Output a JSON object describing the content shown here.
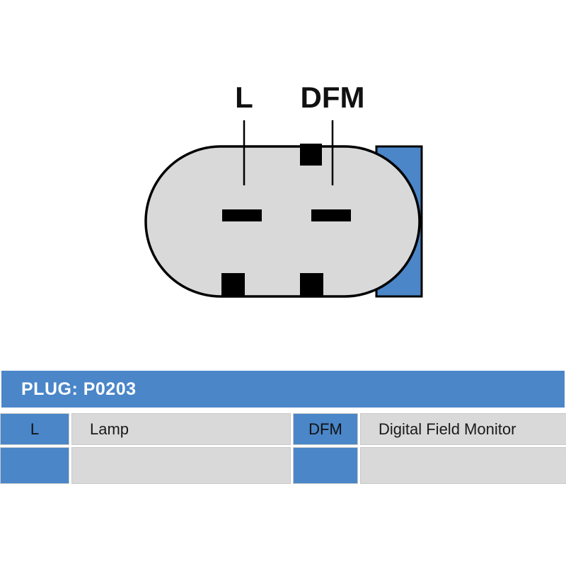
{
  "colors": {
    "accent_blue": "#4a86c8",
    "connector_gray": "#d9d9d9",
    "pin_black": "#000000",
    "header_text": "#ffffff",
    "cell_text": "#1a1a1a"
  },
  "diagram": {
    "labels": {
      "l": "L",
      "dfm": "DFM"
    }
  },
  "table": {
    "header": "PLUG: P0203",
    "rows": [
      {
        "cells": [
          {
            "text": "L",
            "type": "blue"
          },
          {
            "text": "Lamp",
            "type": "gray"
          },
          {
            "text": "DFM",
            "type": "blue"
          },
          {
            "text": "Digital Field Monitor",
            "type": "gray"
          }
        ]
      },
      {
        "cells": [
          {
            "text": "",
            "type": "blue"
          },
          {
            "text": "",
            "type": "gray"
          },
          {
            "text": "",
            "type": "blue"
          },
          {
            "text": "",
            "type": "gray"
          }
        ]
      }
    ]
  }
}
